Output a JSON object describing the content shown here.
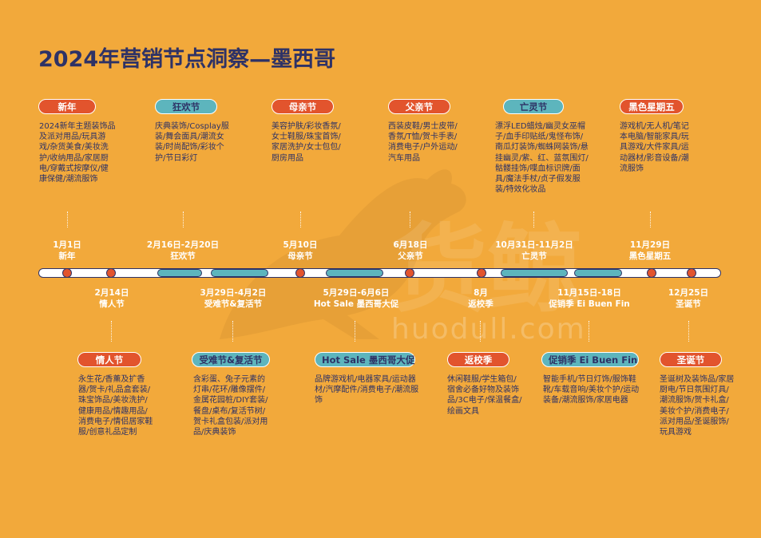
{
  "title": "2024年营销节点洞察—墨西哥",
  "watermark": {
    "brand": "货鲸",
    "domain": "huodull.com"
  },
  "colors": {
    "background": "#f2a93b",
    "navy": "#2e3266",
    "red": "#e2542d",
    "teal": "#5db5bd"
  },
  "top_events": [
    {
      "tag": "新年",
      "date": "1月1日",
      "name": "新年",
      "desc": "2024新年主题装饰品及派对用品/玩具游戏/杂货美食/美妆洗护/收纳用品/家居厨电/穿戴式按摩仪/健康保健/潮流服饰"
    },
    {
      "tag": "狂欢节",
      "date": "2月16日-2月20日",
      "name": "狂欢节",
      "desc": "庆典装饰/Cosplay服装/舞会面具/潮流女装/时尚配饰/彩妆个护/节日彩灯"
    },
    {
      "tag": "母亲节",
      "date": "5月10日",
      "name": "母亲节",
      "desc": "美容护肤/彩妆香氛/女士鞋服/珠宝首饰/家居洗护/女士包包/厨房用品"
    },
    {
      "tag": "父亲节",
      "date": "6月18日",
      "name": "父亲节",
      "desc": "西装皮鞋/男士皮带/香氛/T恤/贺卡手表/消费电子/户外运动/汽车用品"
    },
    {
      "tag": "亡灵节",
      "date": "10月31日-11月2日",
      "name": "亡灵节",
      "desc": "漂浮LED蜡烛/幽灵女巫帽子/血手印贴纸/鬼怪布饰/南瓜灯装饰/蜘蛛网装饰/悬挂幽灵/紫、红、蓝氛围灯/骷髅挂饰/喋血标识牌/面具/魔法手杖/贞子假发服装/特效化妆品"
    },
    {
      "tag": "黑色星期五",
      "date": "11月29日",
      "name": "黑色星期五",
      "desc": "游戏机/无人机/笔记本电脑/智能家具/玩具游戏/大件家具/运动器材/影音设备/潮流服饰"
    }
  ],
  "bottom_events": [
    {
      "tag": "情人节",
      "date": "2月14日",
      "name": "情人节",
      "desc": "永生花/香薰及扩香器/贺卡/礼品盒套装/珠宝饰品/美妆洗护/健康用品/情趣用品/消费电子/情侣居家鞋服/创意礼品定制"
    },
    {
      "tag": "受难节&复活节",
      "date": "3月29日-4月2日",
      "name": "受难节&复活节",
      "desc": "含彩蛋、兔子元素的灯串/花环/雕像摆件/金属花园桩/DIY套装/餐盘/桌布/复活节树/贺卡礼盒包装/派对用品/庆典装饰"
    },
    {
      "tag": "Hot Sale 墨西哥大促",
      "date": "5月29日-6月6日",
      "name": "Hot Sale 墨西哥大促",
      "desc": "品牌游戏机/电器家具/运动器材/汽摩配件/消费电子/潮流服饰"
    },
    {
      "tag": "返校季",
      "date": "8月",
      "name": "返校季",
      "desc": "休闲鞋服/学生箱包/宿舍必备好物及装饰品/3C电子/保温餐盒/绘画文具"
    },
    {
      "tag": "促销季 Ei Buen Fin",
      "date": "11月15日-18日",
      "name": "促销季 Ei Buen Fin",
      "desc": "智能手机/节日灯饰/服饰鞋靴/车载音响/美妆个护/运动装备/潮流服饰/家居电器"
    },
    {
      "tag": "圣诞节",
      "date": "12月25日",
      "name": "圣诞节",
      "desc": "圣诞树及装饰品/家居厨电/节日氛围灯具/潮流服饰/贺卡礼盒/美妆个护/消费电子/派对用品/圣诞服饰/玩具游戏"
    }
  ]
}
